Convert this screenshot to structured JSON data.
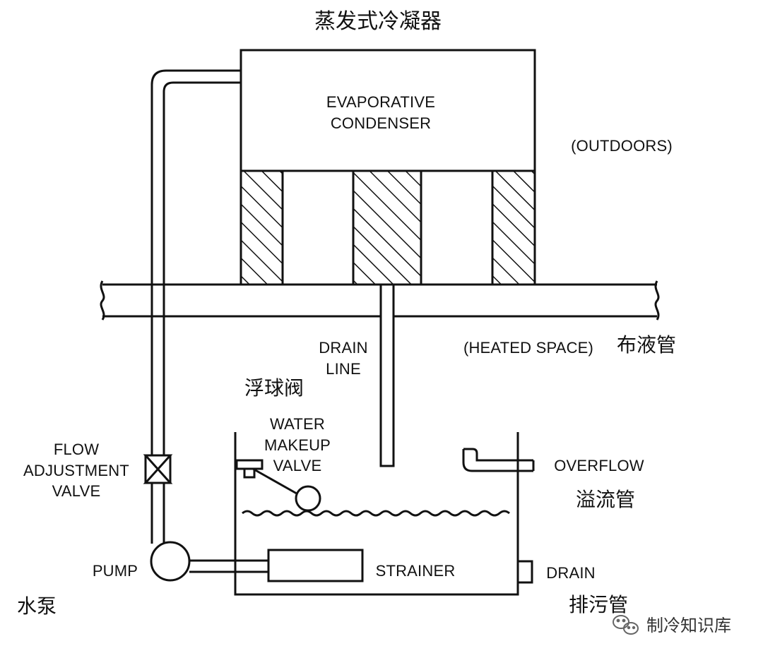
{
  "title_cn": "蒸发式冷凝器",
  "labels": {
    "condenser_line1": "EVAPORATIVE",
    "condenser_line2": "CONDENSER",
    "outdoors": "(OUTDOORS)",
    "drain_line_1": "DRAIN",
    "drain_line_2": "LINE",
    "heated_space": "(HEATED SPACE)",
    "distribution_pipe_cn": "布液管",
    "float_valve_cn": "浮球阀",
    "makeup_1": "WATER",
    "makeup_2": "MAKEUP",
    "makeup_3": "VALVE",
    "flow_1": "FLOW",
    "flow_2": "ADJUSTMENT",
    "flow_3": "VALVE",
    "overflow": "OVERFLOW",
    "overflow_cn": "溢流管",
    "pump": "PUMP",
    "pump_cn": "水泵",
    "strainer": "STRAINER",
    "drain": "DRAIN",
    "drain_cn": "排污管"
  },
  "watermark": {
    "text": "制冷知识库",
    "icon": "wechat-icon"
  }
}
